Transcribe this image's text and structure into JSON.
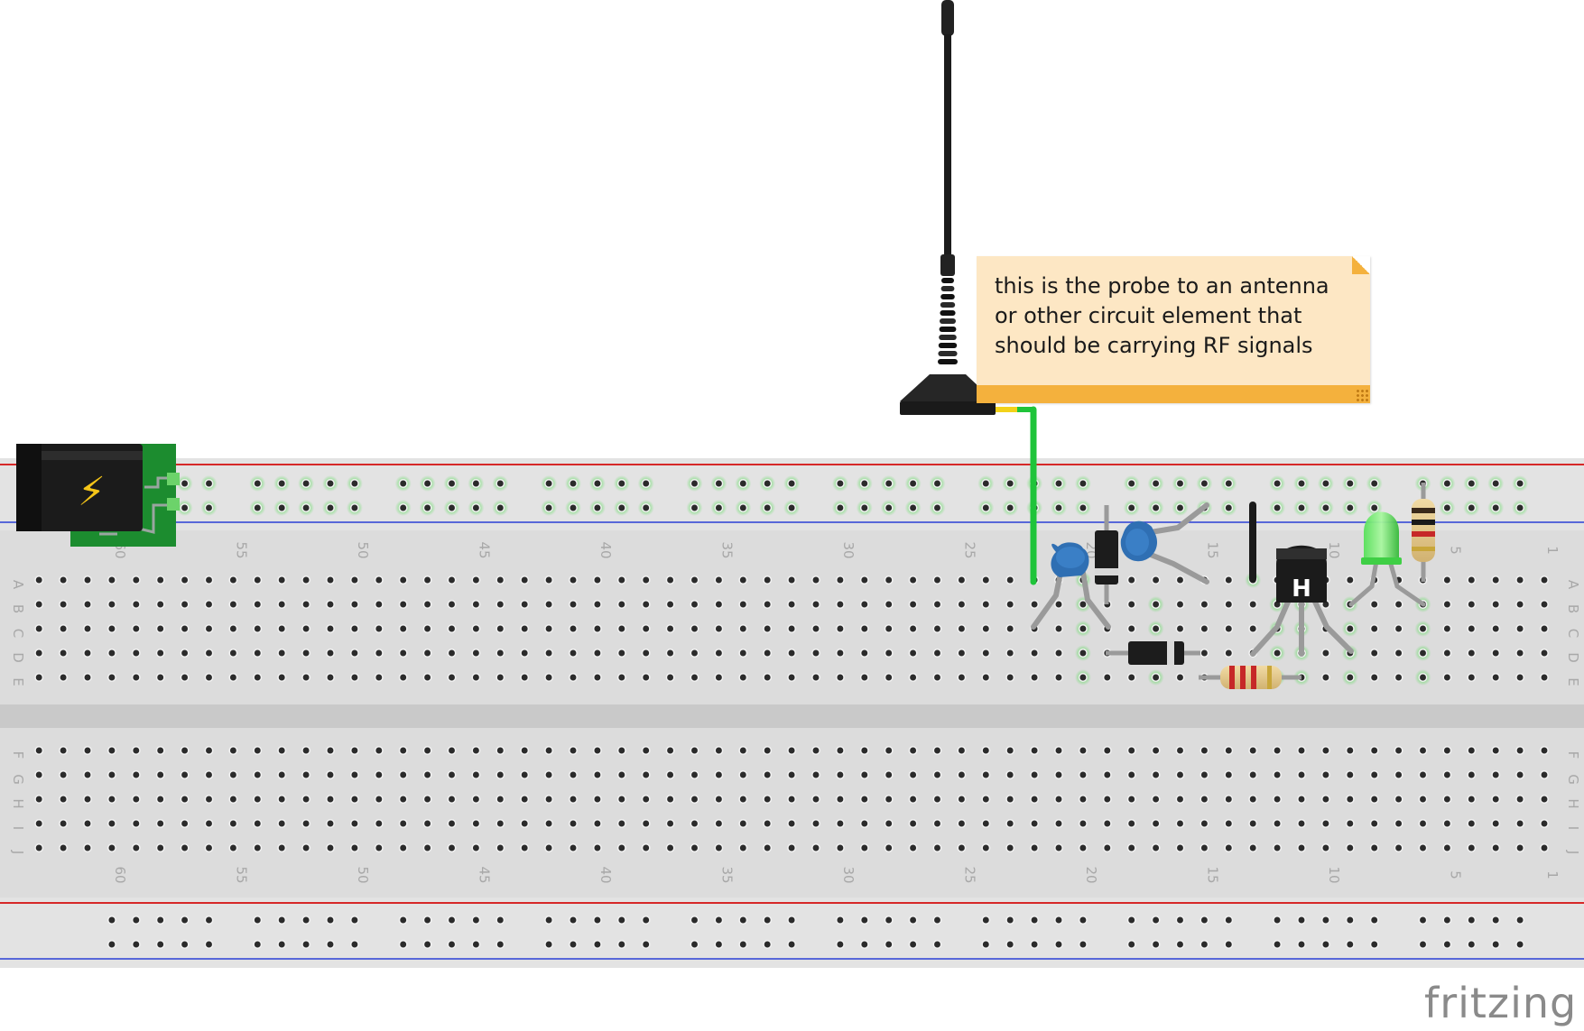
{
  "canvas": {
    "background": "#ffffff"
  },
  "breadboard": {
    "body_color": "#dcdcdc",
    "rail_red": "#d62828",
    "rail_blue": "#2b3fd6",
    "columns": 63,
    "column_labels_top": [
      "60",
      "55",
      "50",
      "45",
      "40",
      "35",
      "30",
      "25",
      "20",
      "15",
      "10",
      "5",
      "1"
    ],
    "column_labels_bottom": [
      "60",
      "55",
      "50",
      "45",
      "40",
      "35",
      "30",
      "25",
      "20",
      "15",
      "10",
      "5",
      "1"
    ],
    "row_labels_top": [
      "A",
      "B",
      "C",
      "D",
      "E"
    ],
    "row_labels_bottom": [
      "F",
      "G",
      "H",
      "I",
      "J"
    ]
  },
  "components": [
    {
      "name": "antenna",
      "icon": "antenna-icon"
    },
    {
      "name": "power-jack",
      "icon": "power-jack-icon",
      "symbol": "⚡"
    },
    {
      "name": "ceramic-capacitor-1",
      "icon": "capacitor-icon"
    },
    {
      "name": "ceramic-capacitor-2",
      "icon": "capacitor-icon"
    },
    {
      "name": "diode-1",
      "icon": "diode-icon"
    },
    {
      "name": "diode-2",
      "icon": "diode-icon"
    },
    {
      "name": "transistor",
      "icon": "transistor-icon",
      "label": "H"
    },
    {
      "name": "resistor-1",
      "icon": "resistor-icon"
    },
    {
      "name": "resistor-2",
      "icon": "resistor-icon"
    },
    {
      "name": "led",
      "icon": "led-icon",
      "color": "#3dd64a"
    },
    {
      "name": "jumper-wire",
      "icon": "wire-icon",
      "color": "#1fc43a"
    }
  ],
  "note": {
    "lines": [
      "this is the probe to an antenna",
      "or other circuit element that",
      "should be carrying RF signals"
    ],
    "background": "#fde7c4",
    "accent": "#f4b13d"
  },
  "watermark": "fritzing"
}
